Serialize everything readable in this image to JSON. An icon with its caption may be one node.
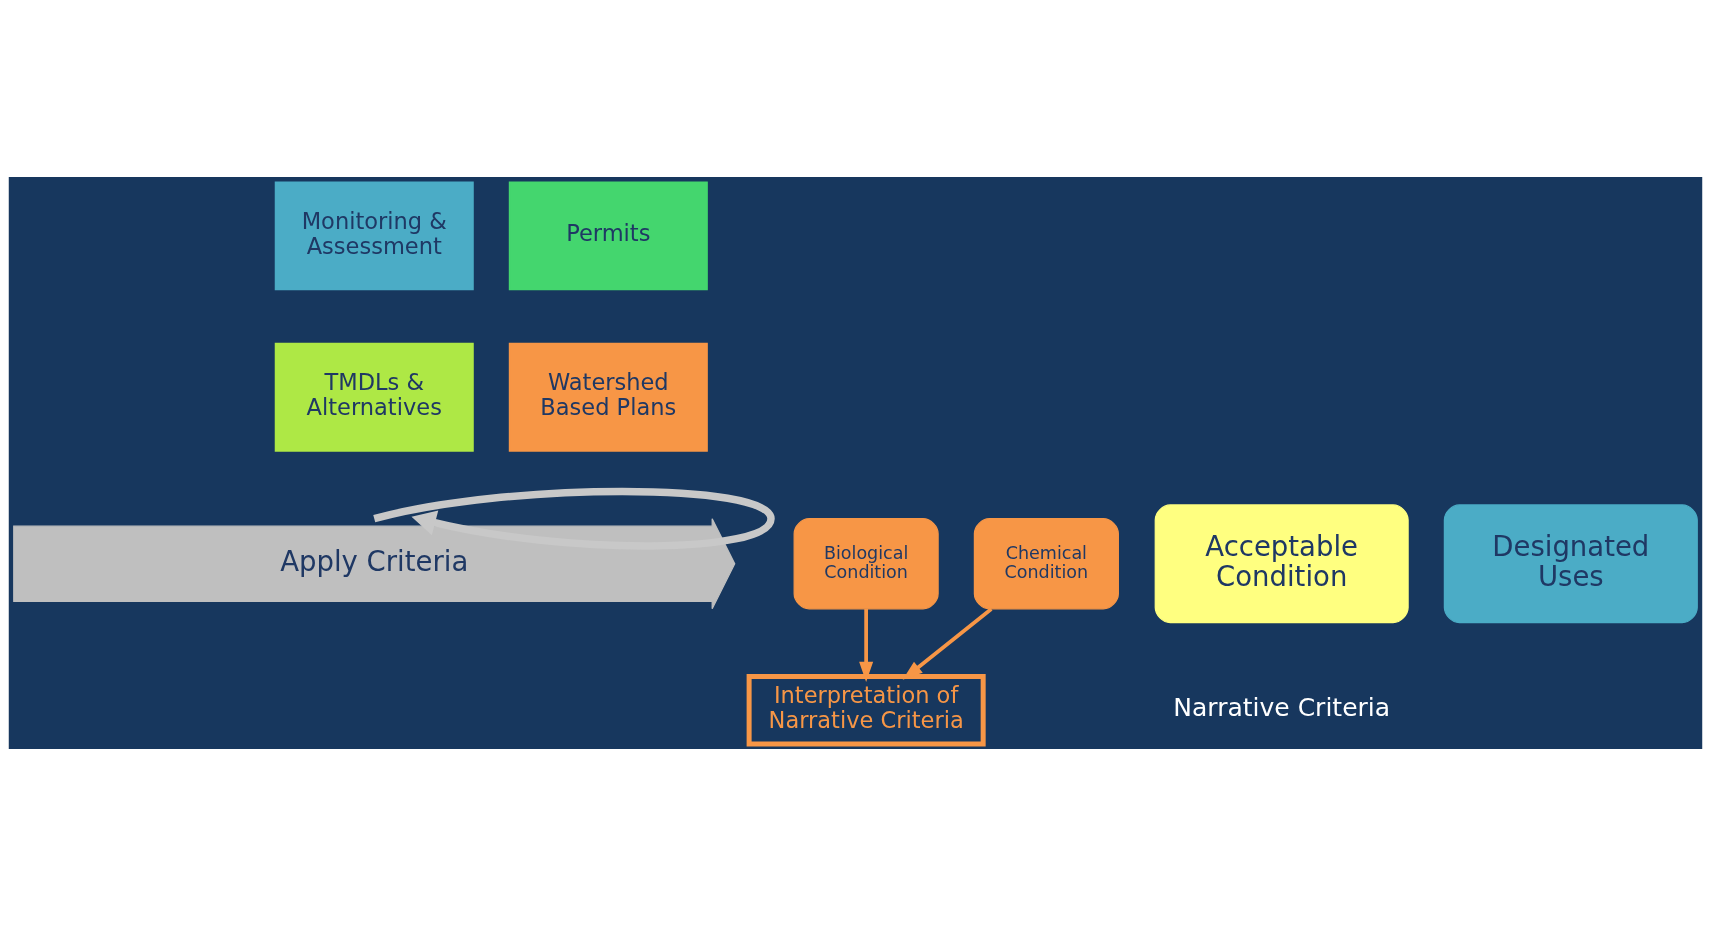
{
  "diagram": {
    "nodes": [
      {
        "text": [
          "Monitoring & Assessment"
        ]
      },
      {
        "text": [
          "Permits"
        ]
      },
      {
        "text": [
          "TMDLs & Alternatives"
        ]
      },
      {
        "text": [
          "Watershed Based Plans"
        ]
      },
      {
        "text": [
          "Acceptable Condition"
        ],
        "beside": [
          "Narrative Criteria"
        ]
      },
      {
        "text": [
          "Apply Criteria"
        ]
      },
      {
        "text": [
          "Designated Uses"
        ]
      },
      {
        "text": [
          "Interpretation of Narrative Criteria"
        ]
      },
      {
        "text": [
          "Biological Condition"
        ]
      },
      {
        "text": [
          "Chemical Condition"
        ]
      }
    ],
    "edges": [
      {
        "from": 5,
        "to": 5,
        "arrow": "to",
        "style": "thick",
        "color": "#c8c8c8"
      },
      {
        "from": 8,
        "to": 7,
        "arrow": "to"
      },
      {
        "from": 9,
        "to": 7,
        "arrow": "to"
      }
    ]
  }
}
